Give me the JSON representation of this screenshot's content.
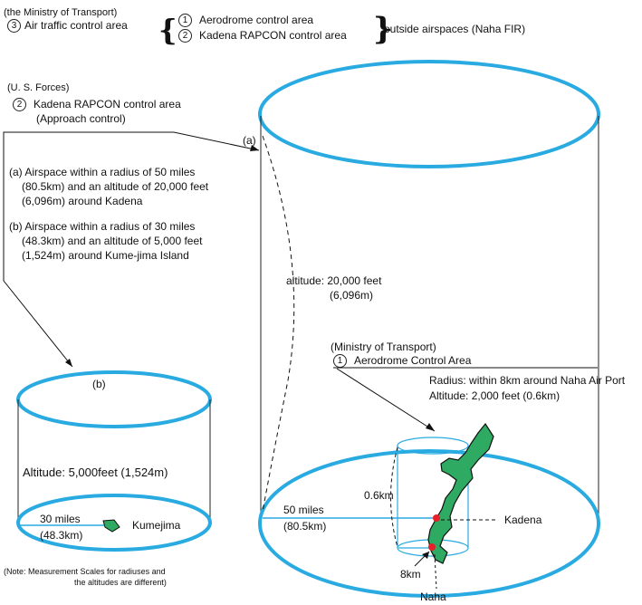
{
  "header": {
    "mot_paren": "(the Ministry of Transport)",
    "atc_num": "3",
    "atc_label": "Air traffic control area",
    "item1_num": "1",
    "item1_label": "Aerodrome control area",
    "item2_num": "2",
    "item2_label": "Kadena RAPCON control area",
    "outside_label": "outside airspaces (Naha FIR)"
  },
  "usforces": {
    "label": "(U. S. Forces)",
    "num": "2",
    "line1": "Kadena RAPCON control area",
    "line2": "(Approach control)",
    "a_tag": "(a)",
    "a_text": [
      "(a) Airspace within a radius of 50 miles",
      "(80.5km) and an altitude of 20,000 feet",
      "(6,096m) around Kadena"
    ],
    "b_text": [
      "(b) Airspace within a radius of 30 miles",
      "(48.3km) and an altitude of 5,000 feet",
      "(1,524m) around Kume-jima Island"
    ]
  },
  "big_cylinder": {
    "altitude_line1": "altitude: 20,000 feet",
    "altitude_line2": "(6,096m)",
    "radius_line1": "50 miles",
    "radius_line2": "(80.5km)"
  },
  "aerodrome": {
    "mot_label": "(Ministry of Transport)",
    "num": "1",
    "title": "Aerodrome Control Area",
    "radius": "Radius: within 8km around Naha Air Port",
    "altitude": "Altitude: 2,000 feet (0.6km)",
    "height": "0.6km",
    "radius_short": "8km",
    "kadena": "Kadena",
    "naha": "Naha"
  },
  "small_cylinder": {
    "tag": "(b)",
    "altitude": "Altitude: 5,000feet (1,524m)",
    "radius_line1": "30 miles",
    "radius_line2": "(48.3km)",
    "island": "Kumejima"
  },
  "note": {
    "line1": "(Note: Measurement Scales for radiuses and",
    "line2": "the altitudes are different)"
  },
  "colors": {
    "cylinder": "#29abe2",
    "island": "#2eaa62",
    "point": "#e8202a"
  }
}
